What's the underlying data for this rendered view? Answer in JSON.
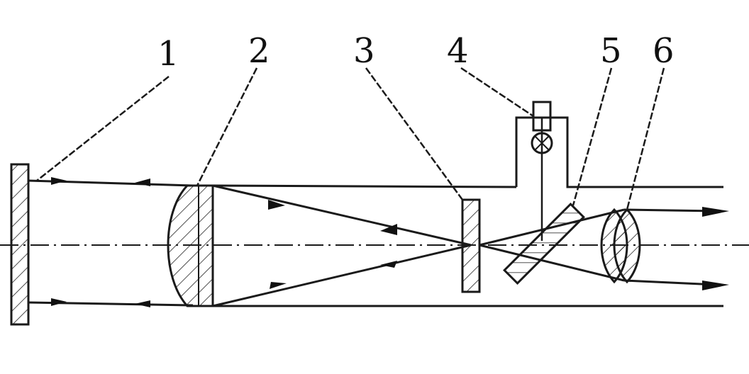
{
  "labels": {
    "l1": "1",
    "l2": "2",
    "l3": "3",
    "l4": "4",
    "l5": "5",
    "l6": "6"
  },
  "colors": {
    "ink": "#1a1a1a",
    "paper": "#ffffff"
  }
}
